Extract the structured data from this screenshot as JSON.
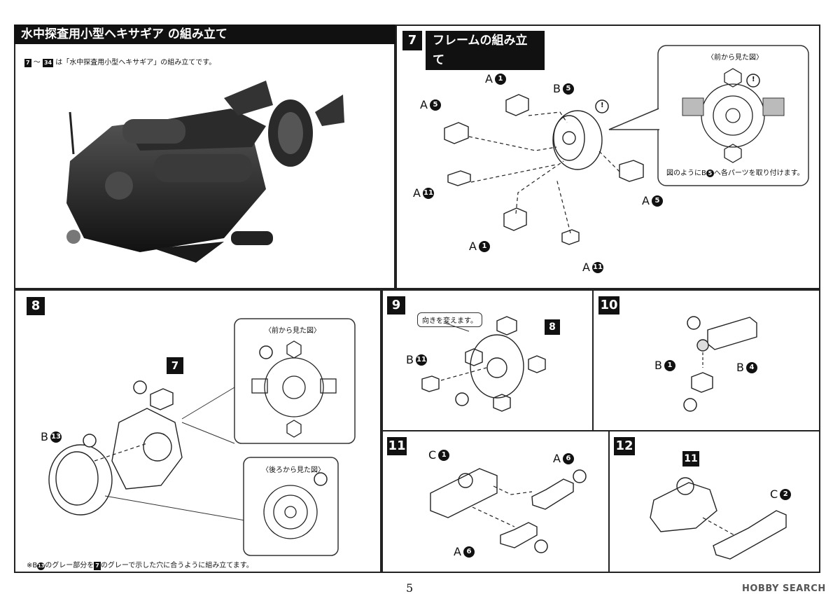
{
  "intro": {
    "title": "水中探査用小型ヘキサギア の組み立て",
    "note_range_start": "7",
    "note_range_end": "34",
    "note_text": "は「水中探査用小型ヘキサギア」の組み立てです。"
  },
  "step7": {
    "number": "7",
    "title": "フレームの組み立て",
    "labels": {
      "a1_top": "A",
      "a1_top_num": "1",
      "b5": "B",
      "b5_num": "5",
      "a5_left": "A",
      "a5_left_num": "5",
      "a11_left": "A",
      "a11_left_num": "11",
      "a5_right": "A",
      "a5_right_num": "5",
      "a1_bottom": "A",
      "a1_bottom_num": "1",
      "a11_bottom": "A",
      "a11_bottom_num": "11"
    },
    "callout_title": "〈前から見た図〉",
    "callout_note_pre": "図のように",
    "callout_note_part": "B",
    "callout_note_part_num": "5",
    "callout_note_post": "へ各パーツを取り付けます。"
  },
  "step8": {
    "number": "8",
    "sub_step": "7",
    "b13": "B",
    "b13_num": "13",
    "callout_front_title": "〈前から見た図〉",
    "callout_back_title": "〈後ろから見た図〉",
    "note_pre": "※B",
    "note_num": "13",
    "note_mid": "のグレー部分を",
    "note_step": "7",
    "note_post": "のグレーで示した穴に合うように組み立てます。"
  },
  "step9": {
    "number": "9",
    "bubble": "向きを変えます。",
    "sub_step": "8",
    "b11": "B",
    "b11_num": "11"
  },
  "step10": {
    "number": "10",
    "b1": "B",
    "b1_num": "1",
    "b4": "B",
    "b4_num": "4"
  },
  "step11": {
    "number": "11",
    "c1": "C",
    "c1_num": "1",
    "a6_top": "A",
    "a6_top_num": "6",
    "a6_bottom": "A",
    "a6_bottom_num": "6"
  },
  "step12": {
    "number": "12",
    "sub_step": "11",
    "c2": "C",
    "c2_num": "2"
  },
  "footer": {
    "page_number": "5",
    "watermark": "HOBBY SEARCH"
  },
  "caution_mark": "!"
}
